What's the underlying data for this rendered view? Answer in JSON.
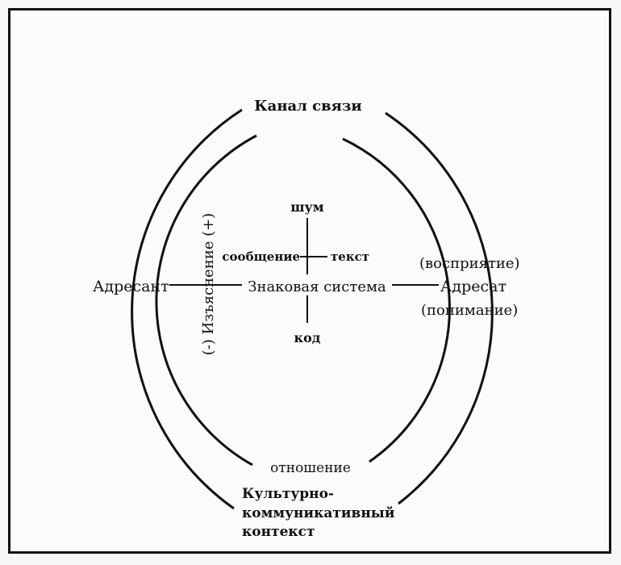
{
  "diagram": {
    "outer_label_top": "Канал связи",
    "inner_label_bottom": "отношение",
    "context_lines": [
      "Культурно-",
      "коммуникативный",
      "контекст"
    ],
    "sender": "Адресант",
    "sign_system": "Знаковая система",
    "receiver": "Адресат",
    "perception": "(восприятие)",
    "understanding": "(понимание)",
    "noise": "шум",
    "code": "код",
    "message": "сообщение",
    "text": "текст",
    "explication": "(-) Изъяснение (+)"
  }
}
